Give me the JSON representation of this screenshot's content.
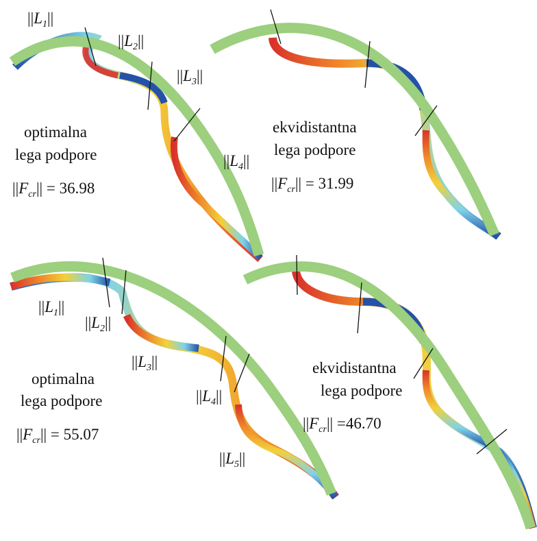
{
  "panels": [
    {
      "caption_line1": "optimalna",
      "caption_line2": "lega podpore",
      "force_var": "F",
      "force_sub": "cr",
      "force_eq": "= 36.98",
      "segments": [
        {
          "var": "L",
          "sub": "1"
        },
        {
          "var": "L",
          "sub": "2"
        },
        {
          "var": "L",
          "sub": "3"
        },
        {
          "var": "L",
          "sub": "4"
        }
      ]
    },
    {
      "caption_line1": "ekvidistantna",
      "caption_line2": "lega podpore",
      "force_var": "F",
      "force_sub": "cr",
      "force_eq": "= 31.99",
      "segments": []
    },
    {
      "caption_line1": "optimalna",
      "caption_line2": "lega podpore",
      "force_var": "F",
      "force_sub": "cr",
      "force_eq": "= 55.07",
      "segments": [
        {
          "var": "L",
          "sub": "1"
        },
        {
          "var": "L",
          "sub": "2"
        },
        {
          "var": "L",
          "sub": "3"
        },
        {
          "var": "L",
          "sub": "4"
        },
        {
          "var": "L",
          "sub": "5"
        }
      ]
    },
    {
      "caption_line1": "ekvidistantna",
      "caption_line2": "lega podpore",
      "force_var": "F",
      "force_sub": "cr",
      "force_eq": "=46.70",
      "segments": []
    }
  ],
  "colors": {
    "undeformed_beam": "#9ccf7e",
    "mode_blue": "#2452a8",
    "mode_cyan": "#7fd3e8",
    "mode_yellow": "#f2d13a",
    "mode_orange": "#f08a2a",
    "mode_red": "#d9322b",
    "support_line": "#111111"
  }
}
